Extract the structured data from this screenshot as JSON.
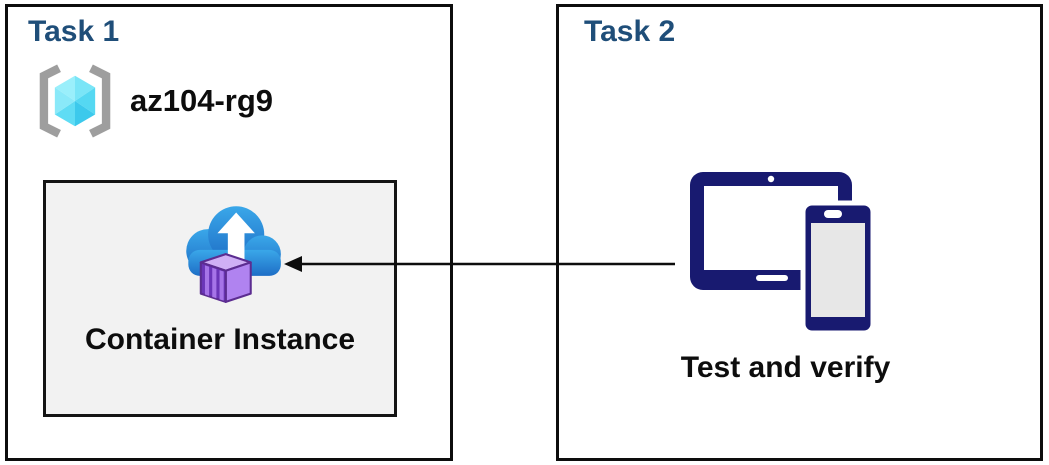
{
  "task1": {
    "title": "Task 1",
    "resource_group_name": "az104-rg9",
    "container_label": "Container Instance",
    "icons": [
      "resource-group-icon",
      "container-instance-icon"
    ]
  },
  "task2": {
    "title": "Task 2",
    "device_label": "Test and verify",
    "icons": [
      "devices-icon"
    ]
  },
  "arrow": {
    "direction": "right-to-left",
    "from": "devices-icon",
    "to": "container-instance-box"
  },
  "colors": {
    "title_blue": "#1f4e79",
    "text_black": "#0d0d0d",
    "box_border": "#0d0d0d",
    "inner_box_fill": "#f2f2f2",
    "device_navy": "#181a70",
    "phone_screen_gray": "#e7e7e7",
    "bracket_gray": "#9e9e9e",
    "cube_cyan_light": "#9aeffb",
    "cube_cyan_dark": "#3cc9ec",
    "cloud_blue_top": "#3aa7e9",
    "cloud_blue_bottom": "#1e6ec6",
    "container_purple": "#a674e8",
    "container_purple_dark": "#5c2d91"
  }
}
